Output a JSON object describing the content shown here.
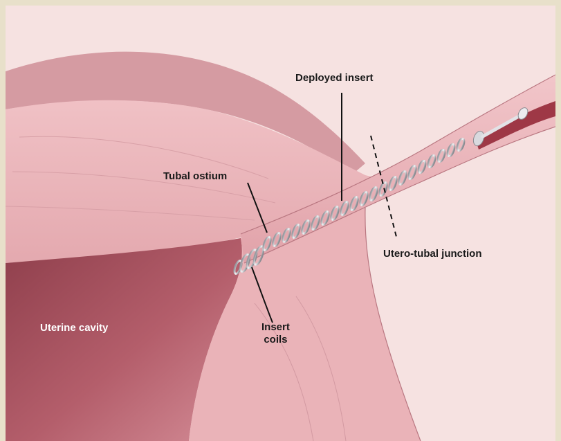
{
  "labels": {
    "deployed_insert": "Deployed insert",
    "tubal_ostium": "Tubal ostium",
    "utero_tubal_junction": "Utero-tubal junction",
    "uterine_cavity": "Uterine cavity",
    "insert_coils_line1": "Insert",
    "insert_coils_line2": "coils"
  },
  "colors": {
    "frame": "#e8e0ca",
    "background": "#f6e2e1",
    "tissue": "#eab4b8",
    "tissue_dark": "#c98892",
    "cavity": "#a8505e",
    "tube_lumen": "#9e3846",
    "coil": "#d8d8dc"
  }
}
